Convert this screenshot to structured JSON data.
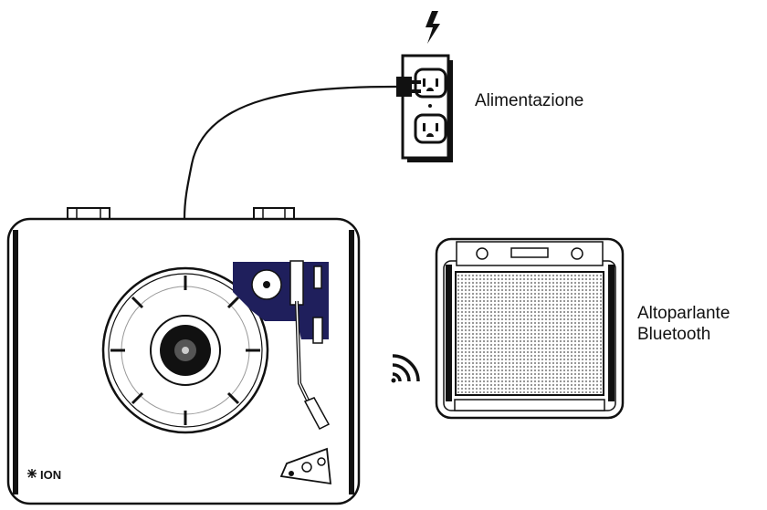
{
  "labels": {
    "power": "Alimentazione",
    "speaker_line1": "Altoparlante",
    "speaker_line2": "Bluetooth",
    "brand": "ION"
  },
  "icons": {
    "power": "lightning-bolt-icon",
    "outlet": "wall-outlet-icon",
    "wireless": "wireless-signal-icon",
    "speaker": "bluetooth-speaker-icon",
    "turntable": "turntable-icon"
  },
  "colors": {
    "line": "#111111",
    "tonearm_panel": "#1f1f5c",
    "speaker_grille": "#9a9a9a"
  }
}
